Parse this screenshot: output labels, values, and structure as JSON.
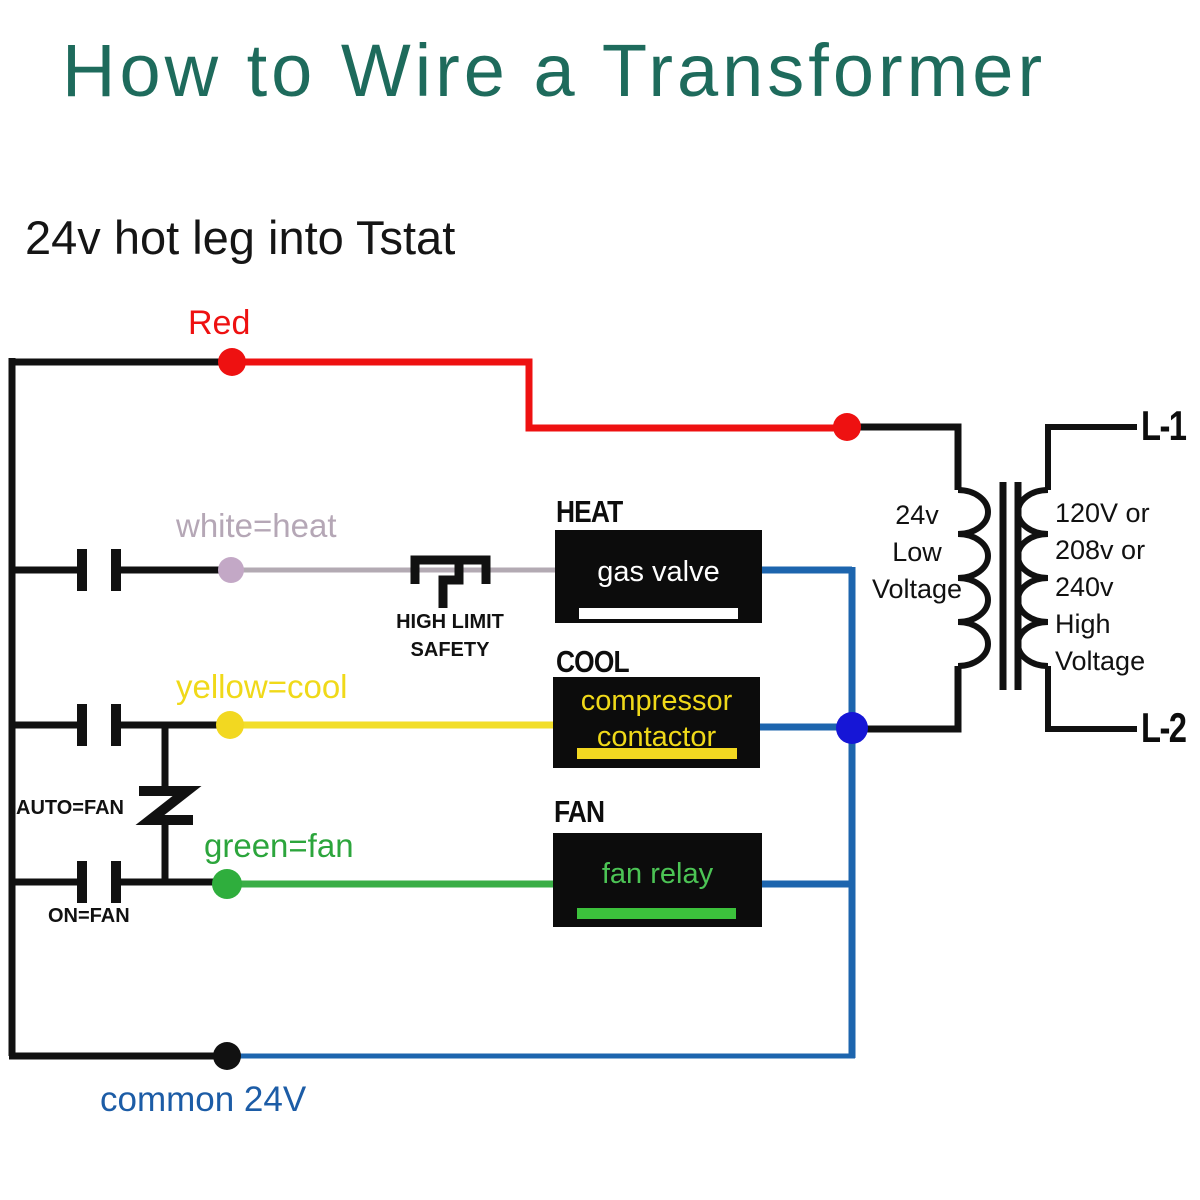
{
  "title": "How to Wire a Transformer",
  "subtitle": "24v hot leg into Tstat",
  "wire_labels": {
    "red": "Red",
    "white": "white=heat",
    "yellow": "yellow=cool",
    "green": "green=fan",
    "common": "common 24V"
  },
  "switch_labels": {
    "auto_fan": "AUTO=FAN",
    "on_fan": "ON=FAN"
  },
  "high_limit": {
    "line1": "HIGH LIMIT",
    "line2": "SAFETY"
  },
  "loads": {
    "heat": {
      "heading": "HEAT",
      "label": "gas valve"
    },
    "cool": {
      "heading": "COOL",
      "label_line1": "compressor",
      "label_line2": "contactor"
    },
    "fan": {
      "heading": "FAN",
      "label": "fan relay"
    }
  },
  "transformer": {
    "low_side": {
      "line1": "24v",
      "line2": "Low",
      "line3": "Voltage"
    },
    "high_side": {
      "line1": "120V or",
      "line2": "208v or",
      "line3": "240v",
      "line4": "High",
      "line5": "Voltage"
    },
    "terminal_top": "L-1",
    "terminal_bottom": "L-2"
  },
  "colors": {
    "title_teal": "#1e6b5c",
    "wire_black": "#111111",
    "wire_red": "#ee1111",
    "wire_white_gray": "#b3aab3",
    "node_white_lavender": "#c3a8c6",
    "wire_yellow": "#f2de2a",
    "wire_green": "#3aae46",
    "wire_blue": "#1d65ae",
    "node_blue": "#1616d6",
    "common_text_blue": "#1c5ca6",
    "label_yellow": "#f0d919",
    "label_green": "#2ca53c",
    "box_black": "#0c0c0c"
  }
}
